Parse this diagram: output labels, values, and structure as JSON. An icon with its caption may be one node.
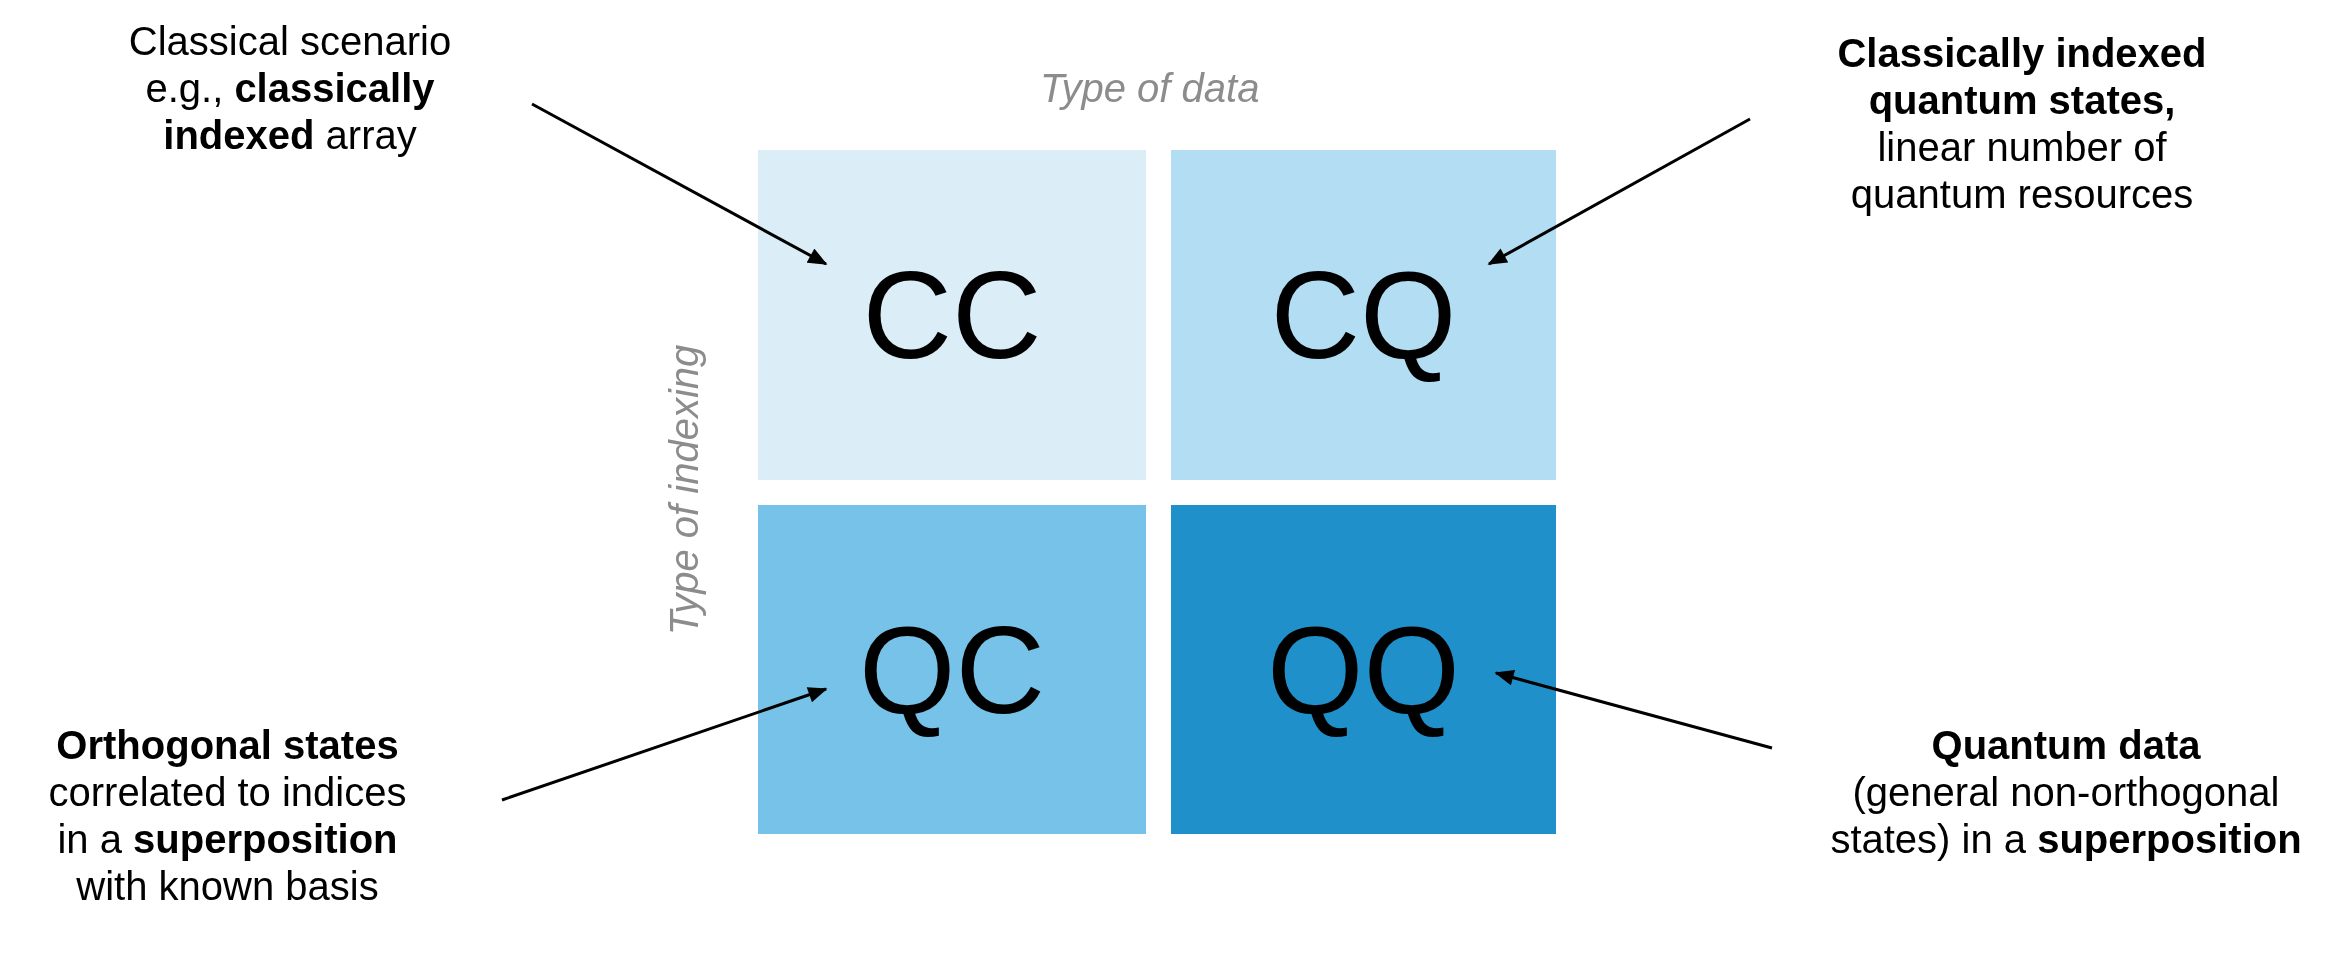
{
  "diagram": {
    "nodes": [
      {
        "text": [
          "Classical scenario e.g., **classically indexed** array"
        ]
      },
      {
        "text": [
          "Classically indexed quantum states,",
          "linear number of quantum resources"
        ]
      },
      {
        "text": [
          "CC"
        ]
      },
      {
        "text": [
          "CQ"
        ]
      },
      {
        "text": [
          "QC"
        ]
      },
      {
        "text": [
          "QQ"
        ]
      },
      {
        "text": [
          "Orthogonal states",
          "correlated to indices in a **superposition** with known basis"
        ]
      },
      {
        "text": [
          "Quantum data",
          "(general non-orthogonal states) in a **superposition**"
        ]
      }
    ],
    "edges": [
      {
        "from": 0,
        "to": 2,
        "arrow": "to"
      },
      {
        "from": 1,
        "to": 3,
        "arrow": "to"
      },
      {
        "from": 6,
        "to": 4,
        "arrow": "to"
      },
      {
        "from": 7,
        "to": 5,
        "arrow": "to"
      }
    ],
    "labels": [
      "Type of data",
      "Type of indexing"
    ]
  }
}
